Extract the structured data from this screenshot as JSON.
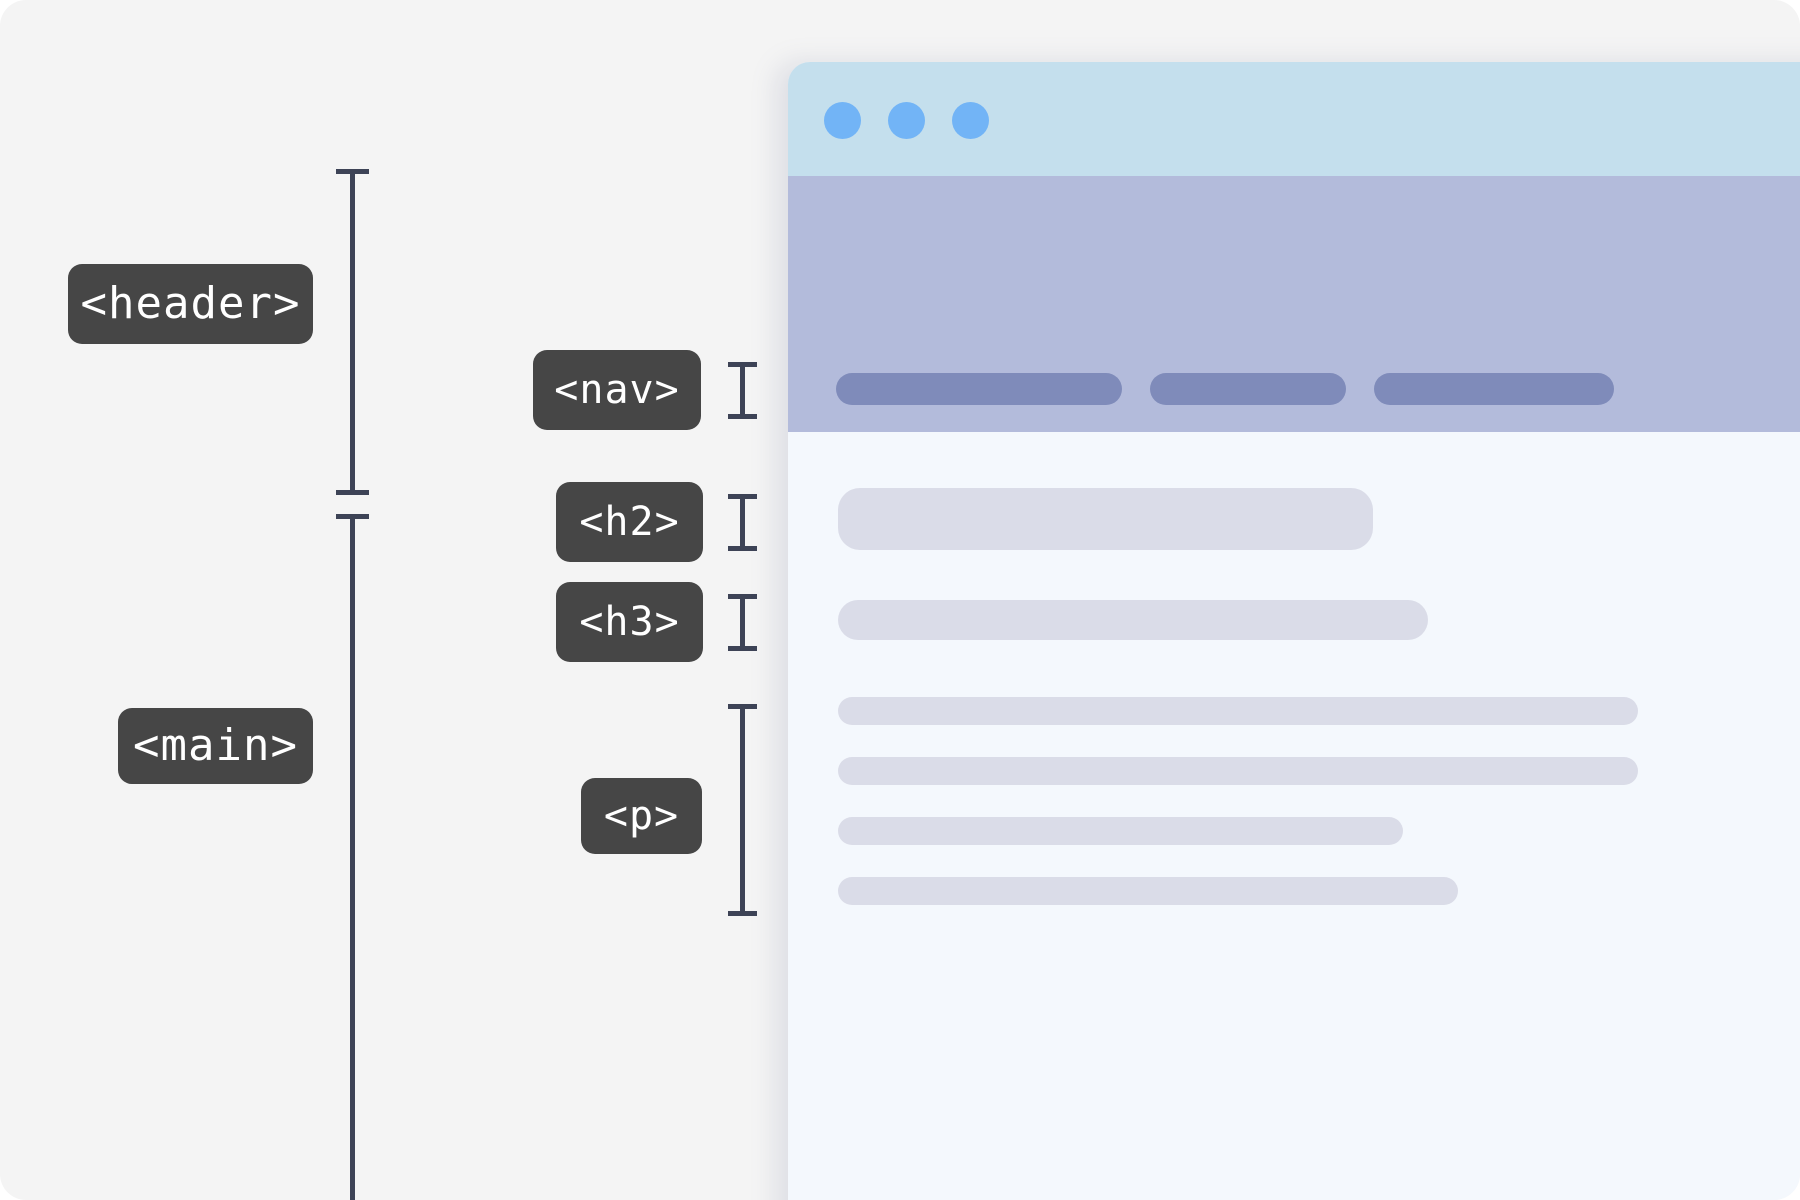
{
  "diagram": {
    "title": "HTML semantic structure annotation diagram",
    "background_color": "#f4f4f4",
    "tag_badge_color": "#464646",
    "tag_text_color": "#ffffff",
    "measurement_color": "#3d4356"
  },
  "tags": {
    "header": "<header>",
    "main": "<main>",
    "nav": "<nav>",
    "h2": "<h2>",
    "h3": "<h3>",
    "p": "<p>"
  },
  "browser": {
    "titlebar_color": "#c4dfed",
    "dot_color": "#72b4f6",
    "site_header_color": "#b3bbdb",
    "nav_pill_color": "#7f8bba",
    "content_bg_color": "#f4f8fd",
    "skeleton_color": "#dadce8",
    "dots": [
      "traffic-light-dot-1",
      "traffic-light-dot-2",
      "traffic-light-dot-3"
    ],
    "nav_pills": [
      "nav-link-1",
      "nav-link-2",
      "nav-link-3"
    ],
    "skeleton_blocks": [
      "heading-2-placeholder",
      "heading-3-placeholder",
      "paragraph-line-1",
      "paragraph-line-2",
      "paragraph-line-3",
      "paragraph-line-4"
    ]
  }
}
